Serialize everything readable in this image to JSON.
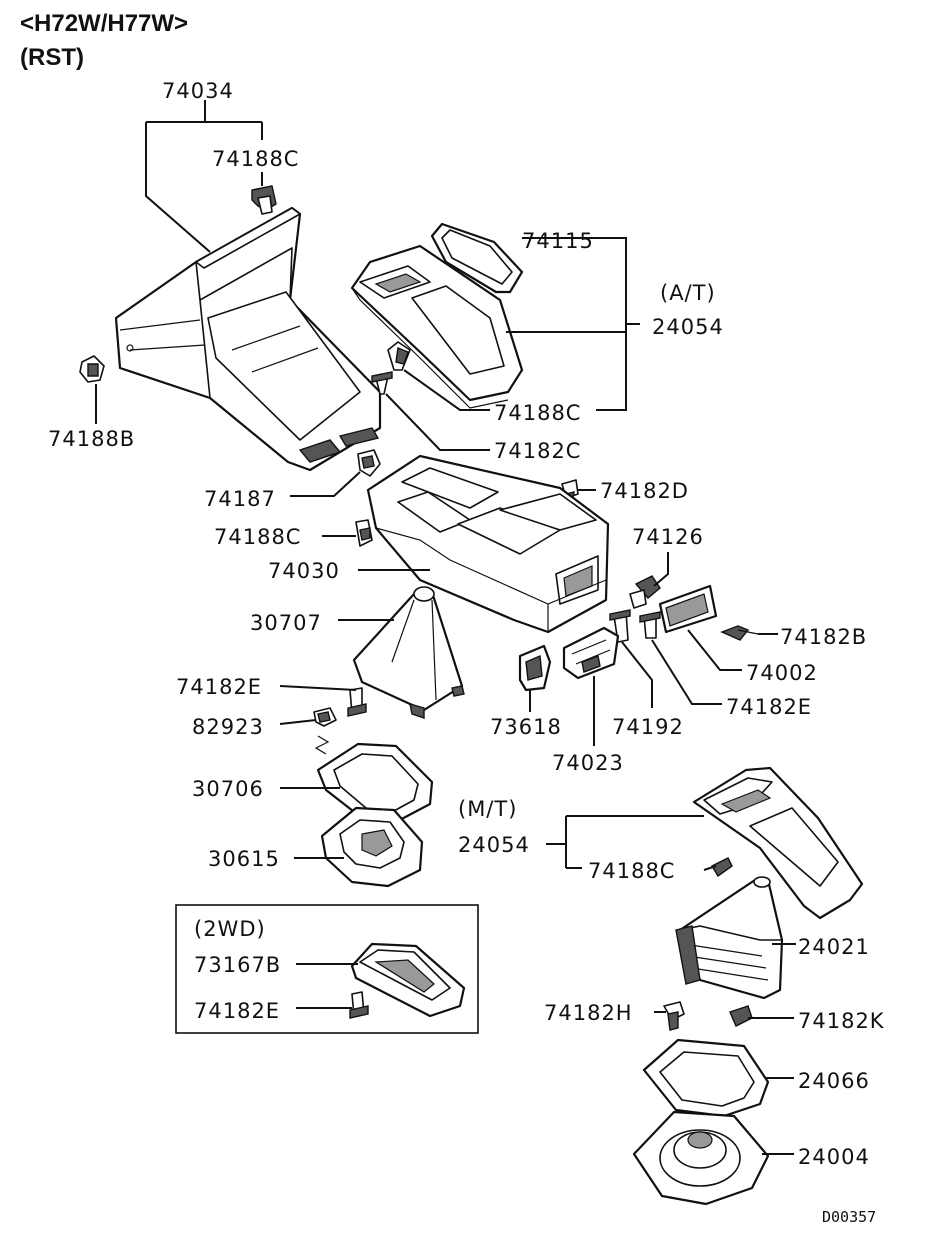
{
  "header": {
    "model_codes": "<H72W/H77W>",
    "variant": "(RST)"
  },
  "annotations": {
    "at": "(A/T)",
    "mt": "(M/T)",
    "two_wd": "(2WD)"
  },
  "callouts": {
    "p74034": "74034",
    "p74188C_top": "74188C",
    "p74188B": "74188B",
    "p74115": "74115",
    "p24054_at": "24054",
    "p74188C_at": "74188C",
    "p74182C": "74182C",
    "p74187": "74187",
    "p74182D": "74182D",
    "p74188C_mid": "74188C",
    "p74126": "74126",
    "p74030": "74030",
    "p30707": "30707",
    "p74182B": "74182B",
    "p74002": "74002",
    "p74182E_right": "74182E",
    "p74182E_left": "74182E",
    "p82923": "82923",
    "p73618": "73618",
    "p74192": "74192",
    "p74023": "74023",
    "p30706": "30706",
    "p24054_mt": "24054",
    "p74188C_mt": "74188C",
    "p30615": "30615",
    "p24021": "24021",
    "p73167B": "73167B",
    "p74182E_box": "74182E",
    "p74182H": "74182H",
    "p74182K": "74182K",
    "p24066": "24066",
    "p24004": "24004"
  },
  "diagram_code": "D00357"
}
